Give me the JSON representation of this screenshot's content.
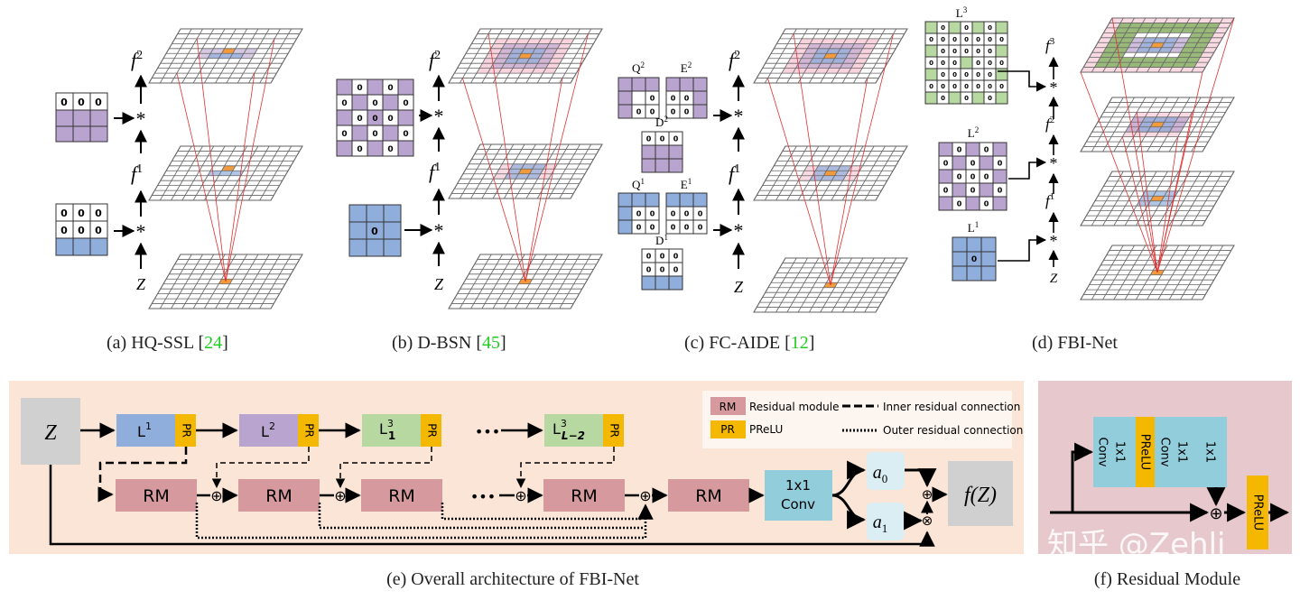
{
  "top_captions": [
    {
      "label": "(a)  HQ-SSL [",
      "ref": "24",
      "close": "]"
    },
    {
      "label": "(b)  D-BSN [",
      "ref": "45",
      "close": "]"
    },
    {
      "label": "(c)  FC-AIDE [",
      "ref": "12",
      "close": "]"
    },
    {
      "label": "(d)  FBI-Net",
      "ref": "",
      "close": ""
    }
  ],
  "symbols": {
    "f": "f",
    "z": "Z",
    "star": "*",
    "zero": "0"
  },
  "superscripts": {
    "one": "1",
    "two": "2",
    "three": "3"
  },
  "fc_labels": {
    "Q": "Q",
    "E": "E",
    "D": "D"
  },
  "fbi_labels": {
    "L": "L"
  },
  "arch": {
    "caption": "(e) Overall architecture of FBI-Net",
    "z_label": "Z",
    "L_base": "L",
    "sub_1": "1",
    "sub_L2": "L−2",
    "pr_label": "PR",
    "rm_label": "RM",
    "conv_line1": "1x1",
    "conv_line2": "Conv",
    "a0": "a",
    "a0_sub": "0",
    "a1": "a",
    "a1_sub": "1",
    "output": "f(Z)",
    "dots": "•••",
    "plus": "⊕",
    "times": "⊗",
    "legend": {
      "rm_key": "RM",
      "rm_text": "Residual module",
      "pr_key": "PR",
      "pr_text": "PReLU",
      "inner": "Inner residual connection",
      "outer": "Outer residual connection"
    }
  },
  "residual": {
    "caption": "(f) Residual Module",
    "conv_a_1": "Conv",
    "conv_a_2": "1x1",
    "prelu_inner": "PReLU",
    "conv_b_1": "Conv",
    "conv_b_2": "1x1",
    "conv_c": "1x1",
    "prelu_out": "PReLU",
    "watermark": "知乎 @Zehli"
  },
  "colors": {
    "purple": "#b9a3cf",
    "blue": "#8faedb",
    "green": "#b7d8a0",
    "pink_bg": "#fbe5d6",
    "rm": "#d69a9e",
    "pr": "#f5b800",
    "conv": "#92cddc",
    "a_box": "#daeef3",
    "grey": "#d0d0d0"
  }
}
